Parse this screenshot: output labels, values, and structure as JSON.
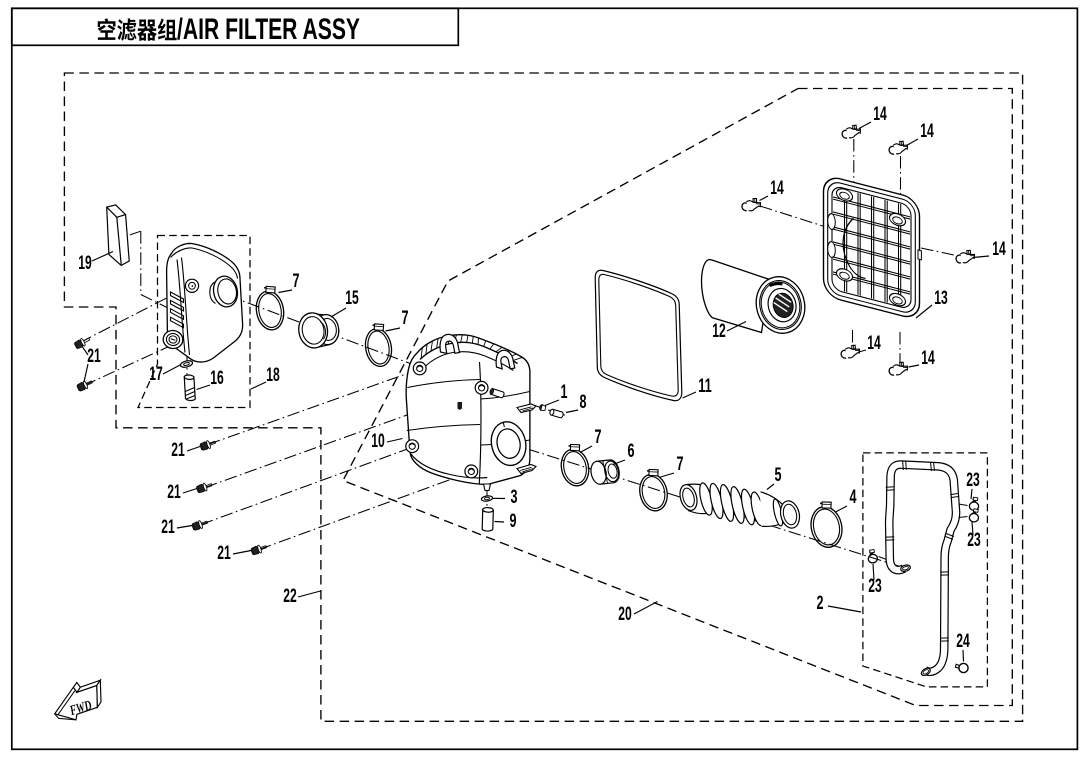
{
  "title_block": {
    "title": "空滤器组/AIR FILTER ASSY",
    "title_cjk": "空滤器组",
    "title_latin": "/AIR FILTER ASSY"
  },
  "direction_indicator": {
    "label": "FWD"
  },
  "callouts": [
    {
      "ref": "19"
    },
    {
      "ref": "21"
    },
    {
      "ref": "17"
    },
    {
      "ref": "16"
    },
    {
      "ref": "18"
    },
    {
      "ref": "7"
    },
    {
      "ref": "15"
    },
    {
      "ref": "7"
    },
    {
      "ref": "10"
    },
    {
      "ref": "3"
    },
    {
      "ref": "9"
    },
    {
      "ref": "21"
    },
    {
      "ref": "21"
    },
    {
      "ref": "21"
    },
    {
      "ref": "21"
    },
    {
      "ref": "22"
    },
    {
      "ref": "20"
    },
    {
      "ref": "1"
    },
    {
      "ref": "8"
    },
    {
      "ref": "7"
    },
    {
      "ref": "6"
    },
    {
      "ref": "7"
    },
    {
      "ref": "5"
    },
    {
      "ref": "4"
    },
    {
      "ref": "11"
    },
    {
      "ref": "12"
    },
    {
      "ref": "13"
    },
    {
      "ref": "14"
    },
    {
      "ref": "14"
    },
    {
      "ref": "14"
    },
    {
      "ref": "14"
    },
    {
      "ref": "14"
    },
    {
      "ref": "14"
    },
    {
      "ref": "23"
    },
    {
      "ref": "23"
    },
    {
      "ref": "23"
    },
    {
      "ref": "2"
    },
    {
      "ref": "24"
    }
  ],
  "colors": {
    "ink": "#000000",
    "paper": "#ffffff"
  }
}
